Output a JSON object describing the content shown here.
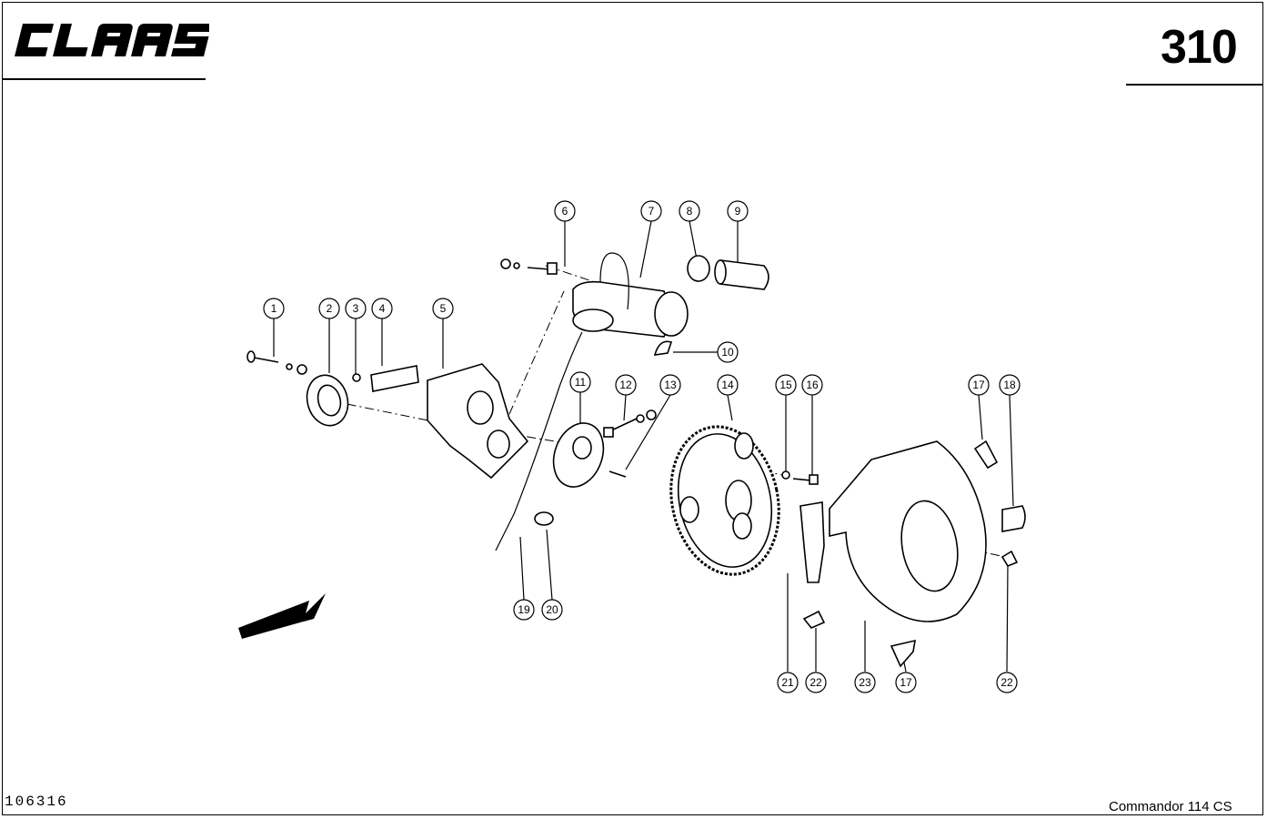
{
  "header": {
    "brand": "CLAAS",
    "page_number": "310"
  },
  "footer": {
    "drawing_number": "106316",
    "model": "Commandor 114 CS"
  },
  "callouts": [
    "1",
    "2",
    "3",
    "4",
    "5",
    "6",
    "7",
    "8",
    "9",
    "10",
    "11",
    "12",
    "13",
    "14",
    "15",
    "16",
    "17",
    "18",
    "19",
    "20",
    "21",
    "22",
    "23",
    "17",
    "22"
  ]
}
